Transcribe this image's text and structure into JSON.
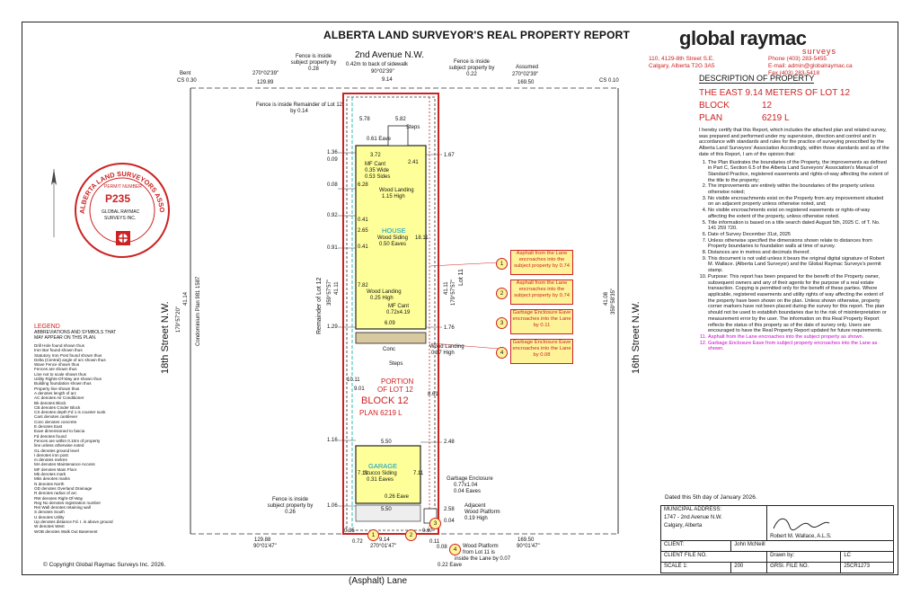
{
  "header": {
    "title": "ALBERTA LAND SURVEYOR'S REAL PROPERTY REPORT",
    "logo_main": "global raymac",
    "logo_sub": "surveys",
    "address1": "110, 4129-8th Street S.E.",
    "address2": "Calgary, Alberta T2G 3A5",
    "phone": "Phone (403) 283-5455",
    "email": "E-mail: admin@globalraymac.ca",
    "fax": "Fax (403) 283-5418"
  },
  "description": {
    "heading": "DESCRIPTION OF PROPERTY",
    "lot": "THE EAST 9.14 METERS OF LOT 12",
    "block_label": "BLOCK",
    "block_value": "12",
    "plan_label": "PLAN",
    "plan_value": "6219 L"
  },
  "certification": {
    "intro": "I hereby certify that this Report, which includes the attached plan and related survey, was prepared and performed under my supervision, direction and control and in accordance with standards and rules for the practice of surveying prescribed by the Alberta Land Surveyors' Association Accordingly, within those standards and as of the date of this Report, I am of the opinion that:",
    "items": [
      "The Plan illustrates the boundaries of the Property, the improvements as defined in Part C, Section 6.5 of the Alberta Land Surveyors' Association's Manual of Standard Practice, registered easements and rights-of-way affecting the extent of the title to the property;",
      "The improvements are entirely within the boundaries of the property unless otherwise noted;",
      "No visible encroachments exist on the Property from any improvement situated on an adjacent property unless otherwise noted, and;",
      "No visible encroachments exist on registered easements or rights-of-way affecting the extent of the property, unless otherwise noted.",
      "Title information is based on a title search dated August 5th, 2025 C. of T. No. 141 259 720.",
      "Date of Survey December 31st, 2025",
      "Unless otherwise specified the dimensions shown relate to distances from Property boundaries to foundation walls at time of survey.",
      "Distances are in metres and decimals thereof.",
      "This document is not valid unless it bears the original digital signature of Robert M. Wallace. (Alberta Land Surveyor) and the Global Raymac Surveys's permit stamp.",
      "Purpose: This report has been prepared for the benefit of the Property owner, subsequent owners and any of their agents for the purpose of a real estate transaction. Copying is permitted only for the benefit of these parties. Where applicable, registered easements and utility rights of way affecting the extent of the property have been shown on the plan. Unless shown otherwise, property corner markers have not been placed during the survey for this report. The plan should not be used to establish boundaries due to the risk of misinterpretation or measurement error by the user. The information on this Real Property Report reflects the status of this property as of the date of survey only. Users are encouraged to have the Real Property Report updated for future requirements.",
      "Asphalt from the Lane encroaches into the subject property as shown.",
      "Garbage Enclosure Eave from subject property encroaches into the Lane as shown."
    ]
  },
  "callouts": [
    {
      "num": "1",
      "text": "Asphalt from the Lane encroaches into the subject property by 0.74"
    },
    {
      "num": "2",
      "text": "Asphalt from the Lane encroaches into the subject property by 0.74"
    },
    {
      "num": "3",
      "text": "Garbage Enclosure Eave encroaches into the Lane by 0.11"
    },
    {
      "num": "4",
      "text": "Garbage Enclosure Eave encroaches into the Lane by 0.08"
    }
  ],
  "stamp": {
    "ring": "ALBERTA LAND SURVEYORS ASSOCIATION",
    "permit": "PERMIT NUMBER",
    "number": "P235",
    "firm1": "GLOBAL RAYMAC",
    "firm2": "SURVEYS INC."
  },
  "legend": {
    "heading": "LEGEND",
    "sub1": "ABBREVIATIONS AND SYMBOLS THAT",
    "sub2": "MAY APPEAR ON THIS PLAN.",
    "items": [
      "Drill Hole found shown thus",
      "Iron Bar found shown thus",
      "Statutory Iron Post found shown thus",
      "Delta (Central) angle of arc shown thus",
      "Wave Fence shown thus",
      "Fences are shown thus",
      "Line not to scale shown thus",
      "Utility Rights-Of-Way are shown thus",
      "Building foundation shown thus",
      "Property line shown thus",
      "A denotes length of arc",
      "AC denotes Air Conditioner",
      "Bk denotes Block",
      "CB denotes Cinder Block",
      "CS denotes depth Fd 1 is counter sunk",
      "Cant denotes cantilever",
      "Conc denotes concrete",
      "E denotes East",
      "Eave dimensioned to fascia",
      "Fd denotes found",
      "Fences are within 0.10m of property",
      "line unless otherwise noted",
      "GL denotes ground level",
      "I denotes iron post",
      "m denotes metres",
      "MA denotes Maintenance Access",
      "MF denotes Main Floor",
      "Mk denotes mark",
      "Mks denotes marks",
      "N denotes North",
      "OD denotes Overland Drainage",
      "R denotes radius of arc",
      "RW denotes Right-Of-Way",
      "Reg No denotes registration number",
      "Ret Wall denotes retaining wall",
      "S denotes South",
      "U denotes Utility",
      "Up denotes distance Fd. I. is above ground",
      "W denotes West",
      "WOB denotes Walk Out Basement"
    ]
  },
  "plan": {
    "street_top": "2nd Avenue N.W.",
    "sidewalk": "0.42m to back of sidewalk",
    "lane": "(Asphalt) Lane",
    "street_left": "18th Street N.W.",
    "street_right": "16th Street N.W.",
    "bearing_top": "90°02'39\"",
    "width_top": "9.14",
    "bearing_bottom": "270°01'47\"",
    "width_bottom": "9.14",
    "left_block_bearing": "270°02'39\"",
    "left_block_dist": "129.89",
    "left_block_bearing_b": "90°01'47\"",
    "left_block_dist_b": "129.88",
    "right_block_bearing": "270°02'39\"",
    "right_block_dist": "169.50",
    "right_block_bearing_b": "90°01'47\"",
    "right_block_dist_b": "169.50",
    "bent": "Bent",
    "cs_left": "CS 0.30",
    "cs_right": "CS 0.10",
    "assumed": "Assumed",
    "fence_note_tl": "Fence is inside subject property by 0.28",
    "fence_note_tr": "Fence is inside subject property by 0.22",
    "fence_note_remainder": "Fence is inside Remainder of Lot 12 by 0.14",
    "fence_note_bl": "Fence is inside subject property by 0.26",
    "remainder": "Remainder of Lot 12",
    "lot11": "Lot 11",
    "condo": "Condominium Plan 981 1587",
    "left_bearing": "179°57'20\"",
    "left_dist": "41.14",
    "remainder_bearing": "359°57'57\"",
    "remainder_dist": "41.11",
    "lot11_bearing": "179°57'57\"",
    "lot11_dist": "41.11",
    "right_bearing": "359°58'35\"",
    "right_dist": "41.08",
    "house": "HOUSE",
    "house_siding": "Wood Siding",
    "house_eaves": "0.50 Eaves",
    "mf_cant1": "MF Cant",
    "mf_cant1_dim": "0.35 Wide",
    "mf_cant1_sides": "0.53 Sides",
    "wood_landing1": "Wood Landing",
    "wood_landing1_h": "1.15 High",
    "wood_landing2": "Wood Landing",
    "wood_landing2_h": "0.25 High",
    "mf_cant2": "MF Cant",
    "mf_cant2_dim": "0.72x4.19",
    "wood_landing3": "Wood Landing",
    "wood_landing3_h": "0.87 High",
    "steps_top": "Steps",
    "steps_bottom": "Steps",
    "conc": "Conc",
    "eave": "0.61 Eave",
    "portion": "PORTION",
    "portion_lot": "OF LOT 12",
    "block": "BLOCK 12",
    "plan_no": "PLAN 6219 L",
    "garage": "GARAGE",
    "garage_siding": "Stucco Siding",
    "garage_eaves": "0.31 Eaves",
    "garage_eave": "0.26 Eave",
    "garbage": "Garbage Enclosure",
    "garbage_dim": "0.77x1.04",
    "garbage_eaves": "0.04 Eaves",
    "platform1": "Adjacent",
    "platform1b": "Wood Platform",
    "platform1c": "0.19 High",
    "platform2": "Wood Platform",
    "platform2b": "from Lot 11 is",
    "platform2c": "inside the Lane by 0.07",
    "eave_bottom": "0.22 Eave",
    "dims_left": [
      "1.36",
      "0.09",
      "0.08",
      "0.92",
      "0.91",
      "1.29",
      "1.16",
      "1.06"
    ],
    "dims_right": [
      "1.67",
      "1.76",
      "2.48",
      "2.58",
      "0.04"
    ],
    "dims_inner": [
      "5.78",
      "5.82",
      "3.72",
      "2.41",
      "6.28",
      "18.11",
      "0.41",
      "2.65",
      "0.41",
      "7.82",
      "6.09",
      "10.11",
      "9.01",
      "8.61",
      "5.50",
      "7.11",
      "7.11",
      "5.50"
    ],
    "dims_bottom_small": [
      "0.35",
      "0.72",
      "0.67",
      "0.11",
      "0.08"
    ]
  },
  "dated": "Dated this 5th day of January 2026.",
  "title_block": {
    "municipal_label": "MUNICIPAL ADDRESS:",
    "address": "1747 - 2nd Avenue N.W.",
    "city": "Calgary, Alberta",
    "signer": "Robert M. Wallace, A.L.S.",
    "client_label": "CLIENT:",
    "client": "John McNeill",
    "client_file_label": "CLIENT FILE NO.",
    "drawn_label": "Drawn by:",
    "drawn": "LC",
    "scale_label": "SCALE 1:",
    "scale": "200",
    "grsi_label": "GRSI. FILE NO.",
    "grsi": "25CR1273"
  },
  "copyright": "© Copyright Global Raymac Surveys Inc. 2026.",
  "colors": {
    "accent": "#cc2222",
    "callout_fill": "#fff39a",
    "building_fill": "#ffff99",
    "magenta": "#cc00cc",
    "cyan": "#00aaaa"
  }
}
